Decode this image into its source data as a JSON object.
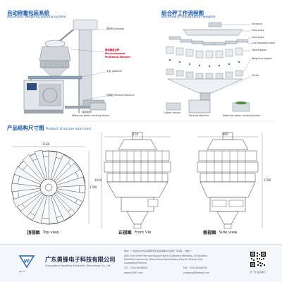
{
  "sections": {
    "automatic": {
      "title_zh": "自动称重包装系统",
      "title_en": "Automatic Weighing packing system"
    },
    "workflow": {
      "title_zh": "组合秤工作流程图",
      "title_en": "Workflow of combination weigher"
    },
    "structure": {
      "title_zh": "产品结构尺寸图",
      "title_en": "Product structure size chart"
    }
  },
  "machine_labels": {
    "elevator": "提升机 Elevator",
    "weigher_zh": "微电脑组合秤",
    "weigher_en1": "Microcomputer",
    "weigher_en2": "Multihead Weigher",
    "platform": "平台 platform",
    "packing": "包装机 Packing Machine",
    "finished_zh": "成品检测",
    "finished_en": "Materials green vending device"
  },
  "workflow_labels": {
    "entrance": "Entrance",
    "feed_plate": "Feed plate",
    "line_feed": "Line vibration plate",
    "feed_hopper": "Feed hopper",
    "weigh_hopper": "Weighing hopper",
    "chute": "Chute",
    "collect": "Collect device",
    "packing": "Packing Machine",
    "vending": "Materials green vending device"
  },
  "views": {
    "top": {
      "zh": "顶视图",
      "en": "Top view"
    },
    "front": {
      "zh": "正视图",
      "en": "Front Vie"
    },
    "side": {
      "zh": "侧视图",
      "en": "Side view"
    }
  },
  "dims": {
    "top_width": "1180",
    "top_height": "1780",
    "front_width": "1130",
    "front_height": "1640",
    "side_width": "960",
    "side_height": "1780"
  },
  "company": {
    "name_zh": "广东勇锋电子科技有限公司",
    "name_en": "Guangdong Yongfeng Electronic Technology Co.,Ltd",
    "logo_text": "VF",
    "logo_caption": "ZZ YF",
    "addr_zh": "地址：广东省中山市东凤镇同安大道东海珠村东园区厂房1栋，2楼之一",
    "addr_en1": "ADD: One of the First and Second Floors of Dasheng Workshop, of Dongdian",
    "addr_en2": "Road Daji Community, Dahan Street Road Jiadeng District, Shantou City,",
    "addr_en3": "Guangdong Province",
    "tel": "TEL：0754-82498005",
    "fax": "FAX：0754-82498005",
    "web": "www.yf1997.com",
    "email": "yongfeng@hotmail.com",
    "qr_caption": "扫一扫 关注我们"
  }
}
